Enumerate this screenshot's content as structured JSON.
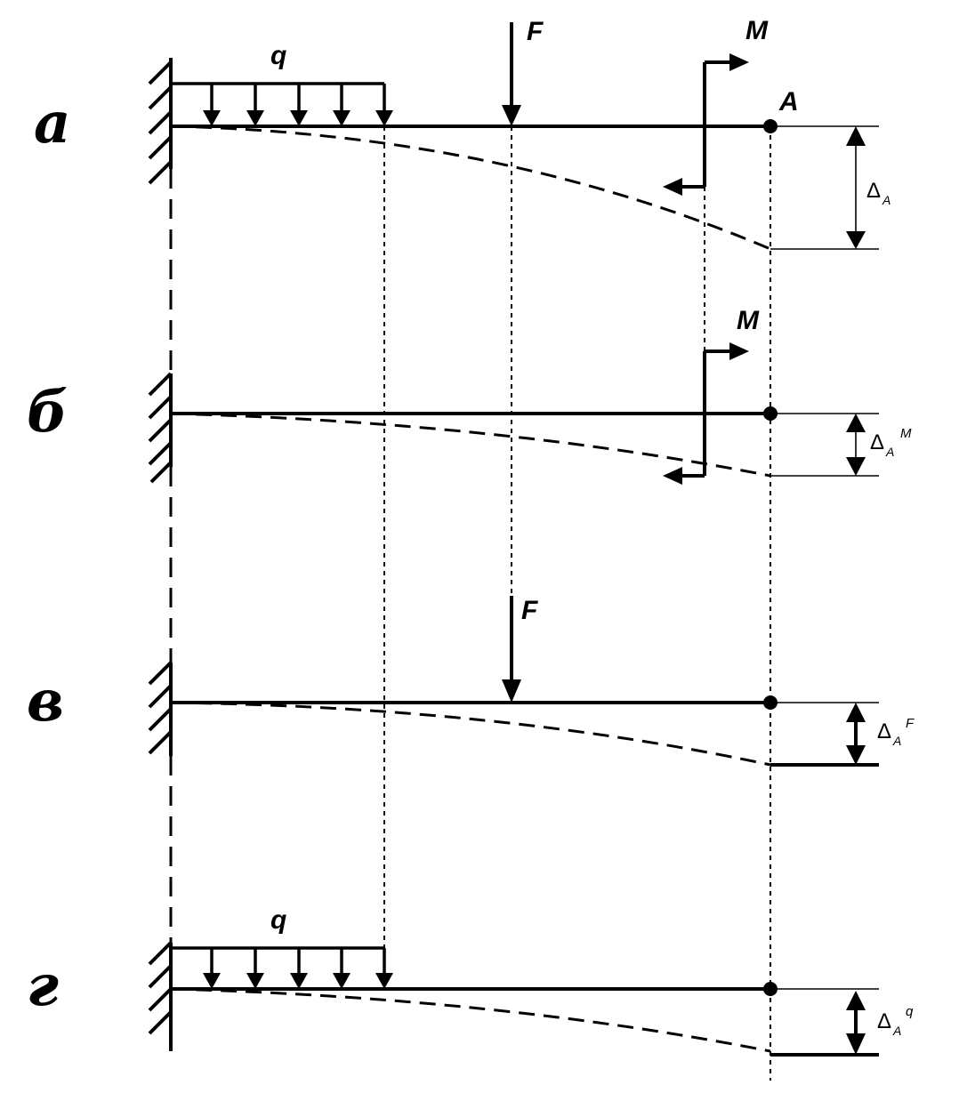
{
  "cases": {
    "a": {
      "label": "а",
      "q": "q",
      "F": "F",
      "M": "M",
      "A": "A",
      "delta": "Δ",
      "delta_sub": "A",
      "delta_sup": ""
    },
    "b": {
      "label": "б",
      "M": "M",
      "delta": "Δ",
      "delta_sub": "A",
      "delta_sup": "M"
    },
    "v": {
      "label": "в",
      "F": "F",
      "delta": "Δ",
      "delta_sub": "A",
      "delta_sup": "F"
    },
    "g": {
      "label": "г",
      "q": "q",
      "delta": "Δ",
      "delta_sub": "A",
      "delta_sup": "q"
    }
  }
}
